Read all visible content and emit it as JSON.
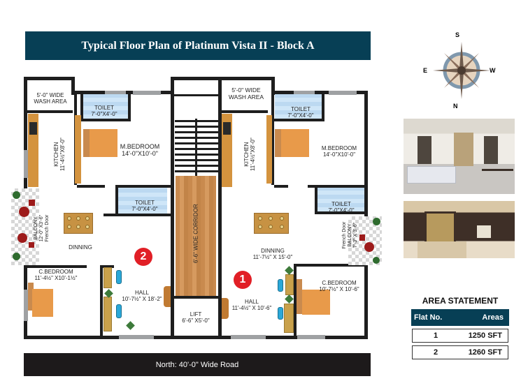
{
  "title": "Typical Floor Plan of Platinum Vista II - Block A",
  "road_label": "North: 40'-0\" Wide Road",
  "compass": {
    "top": "S",
    "left": "E",
    "right": "W",
    "bottom": "N"
  },
  "flat_2": {
    "badge": "2",
    "wash_area": {
      "line1": "5'-0\" WIDE",
      "line2": "WASH AREA"
    },
    "toilet_top": {
      "name": "TOILET",
      "size": "7'-0\"X4'-0\""
    },
    "kitchen": {
      "name": "KITCHEN",
      "size": "11'-4½\"X8'-0\""
    },
    "master_bedroom": {
      "name": "M.BEDROOM",
      "size": "14'-0\"X10'-0\""
    },
    "toilet_mid": {
      "name": "TOILET",
      "size": "7'-0\"X4'-0\""
    },
    "balcony": {
      "name": "BALCONY",
      "size": "12'-0\" X3'-6\"",
      "door": "French Door"
    },
    "dining": {
      "name": "DINNING"
    },
    "child_bedroom": {
      "name": "C.BEDROOM",
      "size": "11'-4½\" X10'-1½\""
    },
    "hall": {
      "name": "HALL",
      "size": "10'-7½\" X 18'-2\""
    }
  },
  "flat_1": {
    "badge": "1",
    "wash_area": {
      "line1": "5'-0\" WIDE",
      "line2": "WASH AREA"
    },
    "toilet_top": {
      "name": "TOILET",
      "size": "7'-0\"X4'-0\""
    },
    "kitchen": {
      "name": "KITCHEN",
      "size": "11'-4½\"X8'-0\""
    },
    "master_bedroom": {
      "name": "M.BEDROOM",
      "size": "14'-0\"X10'-0\""
    },
    "toilet_mid": {
      "name": "TOILET",
      "size": "7'-0\"X4'-0\""
    },
    "balcony": {
      "name": "BALCONY",
      "size": "7'-3\" X 3'-6\"",
      "door": "French Door"
    },
    "dining": {
      "name": "DINNING",
      "size": "11'-7½\" X 15'-0\""
    },
    "child_bedroom": {
      "name": "C.BEDROOM",
      "size": "10'-7½\" X 10'-6\""
    },
    "hall": {
      "name": "HALL",
      "size": "11'-4½\" X 10'-6\""
    }
  },
  "common": {
    "corridor": "6'-6\" WIDE CORRIDOR",
    "lift": {
      "name": "LIFT",
      "size": "6'-6\" X5'-0\""
    }
  },
  "area_statement": {
    "title": "AREA STATEMENT",
    "headers": [
      "Flat No.",
      "Areas"
    ],
    "rows": [
      {
        "flat": "1",
        "area": "1250 SFT"
      },
      {
        "flat": "2",
        "area": "1260 SFT"
      }
    ]
  },
  "colors": {
    "header_bg": "#073f55",
    "road_bg": "#1d1a1b",
    "badge": "#e11f26"
  }
}
